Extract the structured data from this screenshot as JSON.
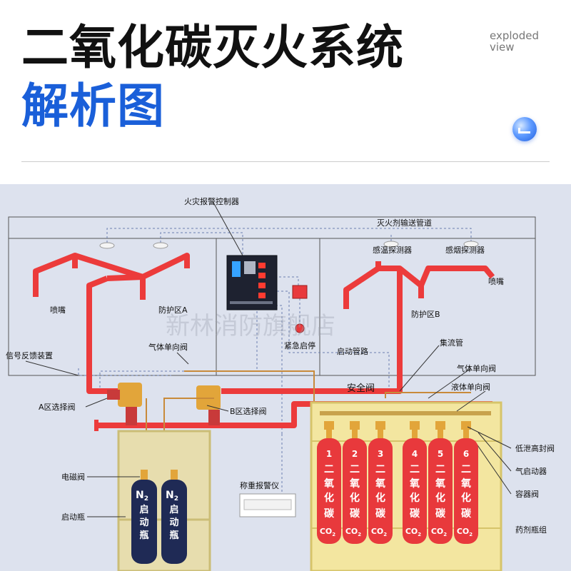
{
  "header": {
    "title_line1": "二氧化碳灭火系统",
    "title_line2": "解析图",
    "subtitle_line1": "exploded",
    "subtitle_line2": "view"
  },
  "diagram": {
    "labels": {
      "fire_alarm_controller": "火灾报警控制器",
      "agent_pipe": "灭火剂输送管道",
      "heat_detector": "感温探测器",
      "smoke_detector": "感烟探测器",
      "nozzle_left": "喷嘴",
      "nozzle_right": "喷嘴",
      "zone_a": "防护区A",
      "zone_b": "防护区B",
      "emergency_stop": "紧急启停",
      "start_pipe": "启动管路",
      "manifold": "集流管",
      "signal_feedback": "信号反馈装置",
      "gas_check_valve_1": "气体单向阀",
      "gas_check_valve_2": "气体单向阀",
      "safety_valve": "安全阀",
      "liquid_check_valve": "液体单向阀",
      "selector_a": "A区选择阀",
      "selector_b": "B区选择阀",
      "low_pressure_seal_valve": "低泄高封阀",
      "pneumatic_actuator": "气启动器",
      "container_valve": "容器阀",
      "cylinder_group": "药剂瓶组",
      "solenoid_valve": "电磁阀",
      "start_cylinder": "启动瓶",
      "weighing_alarm": "称重报警仪",
      "watermark": "新林消防旗舰店"
    },
    "n2_cylinders": [
      {
        "formula": "N",
        "sub": "2",
        "line1": "启",
        "line2": "动",
        "line3": "瓶"
      },
      {
        "formula": "N",
        "sub": "2",
        "line1": "启",
        "line2": "动",
        "line3": "瓶"
      }
    ],
    "co2_cylinders": [
      {
        "num": "1",
        "c1": "二",
        "c2": "氧",
        "c3": "化",
        "c4": "碳",
        "co2": "CO",
        "sub": "2"
      },
      {
        "num": "2",
        "c1": "二",
        "c2": "氧",
        "c3": "化",
        "c4": "碳",
        "co2": "CO",
        "sub": "2"
      },
      {
        "num": "3",
        "c1": "二",
        "c2": "氧",
        "c3": "化",
        "c4": "碳",
        "co2": "CO",
        "sub": "2"
      },
      {
        "num": "4",
        "c1": "二",
        "c2": "氧",
        "c3": "化",
        "c4": "碳",
        "co2": "CO",
        "sub": "2"
      },
      {
        "num": "5",
        "c1": "二",
        "c2": "氧",
        "c3": "化",
        "c4": "碳",
        "co2": "CO",
        "sub": "2"
      },
      {
        "num": "6",
        "c1": "二",
        "c2": "氧",
        "c3": "化",
        "c4": "碳",
        "co2": "CO",
        "sub": "2"
      }
    ],
    "colors": {
      "pipe": "#ec3b3b",
      "cylinder_red": "#e8393c",
      "cylinder_navy": "#1f2a55",
      "frame": "#f3e6a0",
      "background": "#dde2ee",
      "brass": "#e2a53a"
    }
  }
}
